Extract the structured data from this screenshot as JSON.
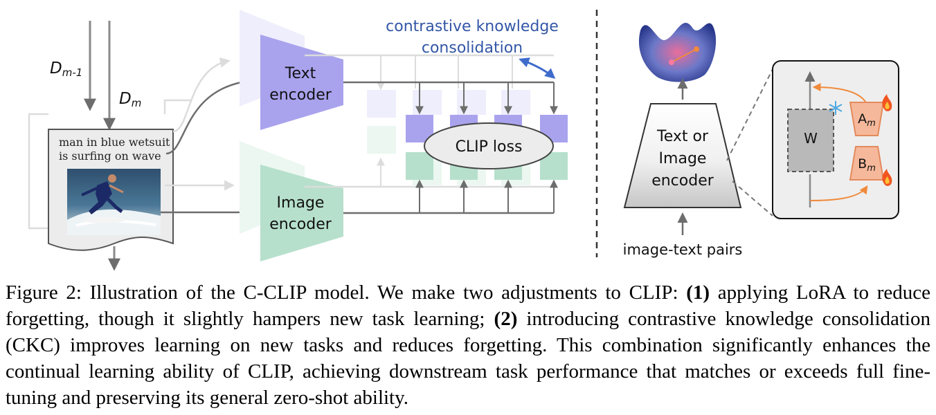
{
  "diagram": {
    "inputs": {
      "d_prev": "D",
      "d_prev_sub": "m-1",
      "d_curr": "D",
      "d_curr_sub": "m"
    },
    "document": {
      "caption_line1": "man in blue wetsuit",
      "caption_line2": "is surfing on wave"
    },
    "text_encoder": {
      "line1": "Text",
      "line2": "encoder"
    },
    "image_encoder": {
      "line1": "Image",
      "line2": "encoder"
    },
    "ckc": {
      "line1": "contrastive knowledge",
      "line2": "consolidation"
    },
    "loss": "CLIP loss",
    "right_encoder": {
      "line1": "Text or",
      "line2": "Image",
      "line3": "encoder"
    },
    "pairs": "image-text pairs",
    "lora": {
      "w": "W",
      "a": "A",
      "a_sub": "m",
      "b": "B",
      "b_sub": "m"
    },
    "colors": {
      "text_encoder": "#a9a3ee",
      "image_encoder": "#b6e0cc",
      "ckc_text": "#3356a6",
      "lora": "#f6b89a",
      "lora_border": "#e38a5d",
      "w_box": "#b9b9b9",
      "arrow": "#6d6d6d"
    }
  },
  "caption": {
    "label": "Figure 2: Illustration of the C-CLIP model. We make two adjustments to CLIP: ",
    "item1_num": "(1)",
    "item1_text": " applying LoRA to reduce forgetting, though it slightly hampers new task learning; ",
    "item2_num": "(2)",
    "item2_text": " introducing contrastive knowledge consolidation (CKC) improves learning on new tasks and reduces forgetting. This combination significantly enhances the continual learning ability of CLIP, achieving downstream task performance that matches or exceeds full fine-tuning and preserving its general zero-shot ability."
  }
}
